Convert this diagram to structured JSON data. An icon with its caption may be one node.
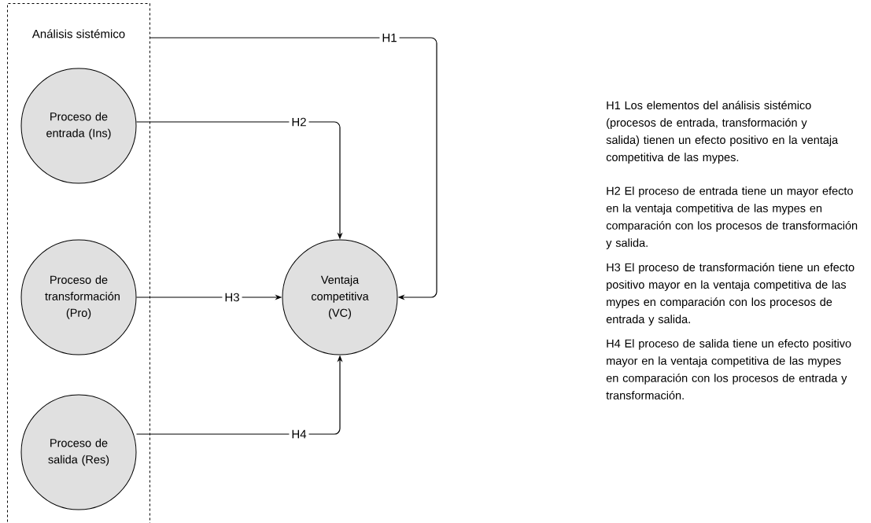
{
  "diagram": {
    "nodes": [
      {
        "text": [
          "Análisis sistémico"
        ]
      },
      {
        "text": [
          "Proceso de entrada (Ins)"
        ],
        "in": 0
      },
      {
        "text": [
          "Proceso de transformación (Pro)"
        ],
        "in": 0
      },
      {
        "text": [
          "Proceso de salida (Res)"
        ],
        "in": 0
      },
      {
        "text": [
          "Ventaja competitiva (VC)"
        ]
      }
    ],
    "edges": [
      {
        "from": 0,
        "to": 4,
        "arrow": "to",
        "label": "H1"
      },
      {
        "from": 1,
        "to": 4,
        "arrow": "to",
        "label": "H2"
      },
      {
        "from": 2,
        "to": 4,
        "arrow": "to",
        "label": "H3"
      },
      {
        "from": 3,
        "to": 4,
        "arrow": "to",
        "label": "H4"
      }
    ],
    "labels": [
      "H1 Los elementos del análisis sistémico (procesos de entrada, transformación y salida) tienen un efecto positivo en la ventaja competitiva de las mypes.",
      "H2 El proceso de entrada tiene un mayor efecto en la ventaja competitiva de las mypes en comparación con los procesos de transformación y salida.",
      "H3 El proceso de transformación tiene un efecto positivo mayor en la ventaja competitiva de las mypes en comparación con los procesos de entrada y salida.",
      "H4 El proceso de salida tiene un efecto positivo mayor en la ventaja competitiva de las mypes en comparación con los procesos de entrada y transformación."
    ]
  }
}
